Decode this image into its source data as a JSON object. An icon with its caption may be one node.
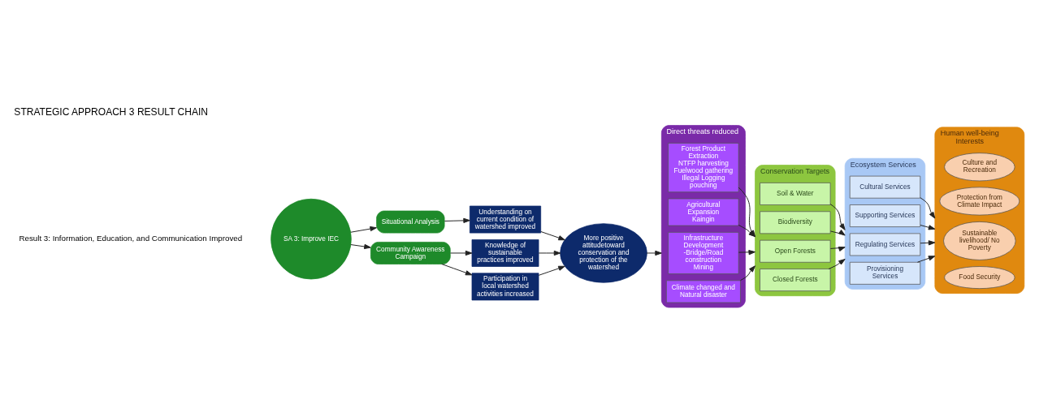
{
  "diagram": {
    "title": "STRATEGIC APPROACH 3 RESULT CHAIN",
    "nodes": [
      {
        "text": [
          "SA 3: Improve IEC"
        ]
      },
      {
        "text": [
          "Situational Analysis"
        ]
      },
      {
        "text": [
          "Community Awareness Campaign"
        ]
      },
      {
        "text": [
          "Understanding on current condition of watershed improved"
        ]
      },
      {
        "text": [
          "Knowledge of sustainable practices improved"
        ]
      },
      {
        "text": [
          "Participation in local watershed activities increased"
        ]
      },
      {
        "text": [
          "More positive attitudetoward conservation and protection of the watershed"
        ]
      },
      {
        "text": [
          "Direct threats reduced"
        ]
      },
      {
        "text": [
          "Climate changed and Natural disaster"
        ],
        "in": 7
      },
      {
        "text": [
          "Infrastructure Development",
          "-Bridge/Road construction",
          "Mining"
        ],
        "in": 7
      },
      {
        "text": [
          "Agricultural Expansion",
          "Kaingin"
        ],
        "in": 7
      },
      {
        "text": [
          "Forest Product Extraction",
          "NTFP harvesting",
          "Fuelwood gathering",
          "Illegal Logging pouching"
        ],
        "in": 7
      },
      {
        "text": [
          "Conservation Targets"
        ]
      },
      {
        "text": [
          "Closed Forests"
        ],
        "in": 12
      },
      {
        "text": [
          "Open Forests"
        ],
        "in": 12
      },
      {
        "text": [
          "Biodiversity"
        ],
        "in": 12
      },
      {
        "text": [
          "Soil & Water"
        ],
        "in": 12
      },
      {
        "text": [
          "Ecosystem Services"
        ]
      },
      {
        "text": [
          "Provisioning Services"
        ],
        "in": 17
      },
      {
        "text": [
          "Regulating Services"
        ],
        "in": 17
      },
      {
        "text": [
          "Supporting Services"
        ],
        "in": 17
      },
      {
        "text": [
          "Cultural Services"
        ],
        "in": 17
      },
      {
        "text": [
          "Human well-being Interests"
        ]
      },
      {
        "text": [
          "Food Security"
        ],
        "in": 22
      },
      {
        "text": [
          "Sustainable livelihood/ No Poverty"
        ],
        "in": 22
      },
      {
        "text": [
          "Protection from Climate Impact"
        ],
        "in": 22
      },
      {
        "text": [
          "Culture and Recreation"
        ],
        "in": 22
      }
    ],
    "edges": [
      {
        "from": 0,
        "to": 1,
        "arrow": "to"
      },
      {
        "from": 0,
        "to": 2,
        "arrow": "to"
      },
      {
        "from": 1,
        "to": 3,
        "arrow": "to"
      },
      {
        "from": 2,
        "to": 4,
        "arrow": "to"
      },
      {
        "from": 2,
        "to": 5,
        "arrow": "to"
      },
      {
        "from": 3,
        "to": 6,
        "arrow": "to"
      },
      {
        "from": 4,
        "to": 6,
        "arrow": "to"
      },
      {
        "from": 5,
        "to": 6,
        "arrow": "to"
      },
      {
        "from": 6,
        "to": 7,
        "arrow": "to"
      },
      {
        "from": 8,
        "to": 12,
        "arrow": "to"
      },
      {
        "from": 9,
        "to": 12,
        "arrow": "to"
      },
      {
        "from": 10,
        "to": 12,
        "arrow": "to"
      },
      {
        "from": 11,
        "to": 12,
        "arrow": "to"
      },
      {
        "from": 13,
        "to": 17,
        "arrow": "to"
      },
      {
        "from": 14,
        "to": 17,
        "arrow": "to"
      },
      {
        "from": 15,
        "to": 17,
        "arrow": "to"
      },
      {
        "from": 16,
        "to": 17,
        "arrow": "to"
      },
      {
        "from": 18,
        "to": 22,
        "arrow": "to"
      },
      {
        "from": 19,
        "to": 22,
        "arrow": "to"
      },
      {
        "from": 20,
        "to": 22,
        "arrow": "to"
      },
      {
        "from": 21,
        "to": 22,
        "arrow": "to"
      }
    ],
    "labels": [
      "Result 3: Information, Education, and Communication Improved"
    ]
  }
}
